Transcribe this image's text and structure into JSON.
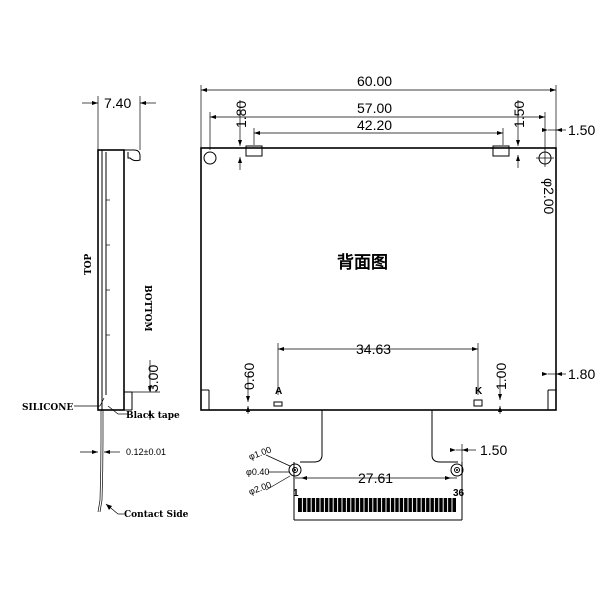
{
  "drawing": {
    "title": "背面图",
    "units": "mm"
  },
  "side_view": {
    "thickness": "7.40",
    "label_top": "TOP",
    "label_bottom": "BOTTOM",
    "bottom_offset": "3.00",
    "fpc_thickness": "0.12±0.01",
    "callouts": {
      "silicone": "SILICONE",
      "black_tape": "Black tape",
      "contact_side": "Contact Side"
    }
  },
  "back_view": {
    "overall_width": "60.00",
    "hole_pitch": "57.00",
    "tab_pitch": "42.20",
    "left_tab_offset": "1.80",
    "right_tab_offset": "1.50",
    "right_edge_offset": "1.50",
    "hole_diameter": "φ2.00",
    "bottom_right_offset": "1.80",
    "led_pitch": "34.63",
    "led_a_label": "A",
    "led_k_label": "K",
    "led_a_height": "0.60",
    "led_k_height": "1.00"
  },
  "fpc": {
    "pin_span": "27.61",
    "edge_offset": "1.50",
    "first_pin": "1",
    "last_pin": "36",
    "hole_dims": {
      "outer": "φ1.00",
      "inner": "φ0.40",
      "pad": "φ2.00"
    }
  }
}
